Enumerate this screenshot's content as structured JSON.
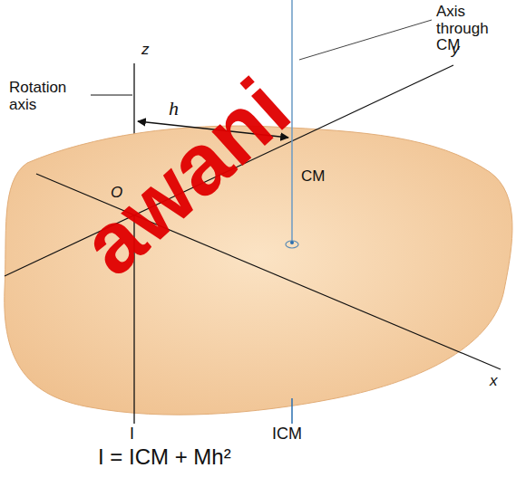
{
  "diagram": {
    "labels": [
      "Axis through CM",
      "z",
      "Rotation axis",
      "y",
      "h",
      "O",
      "CM",
      "x",
      "I",
      "ICM",
      "I = ICM + Mh²",
      "awani"
    ]
  }
}
